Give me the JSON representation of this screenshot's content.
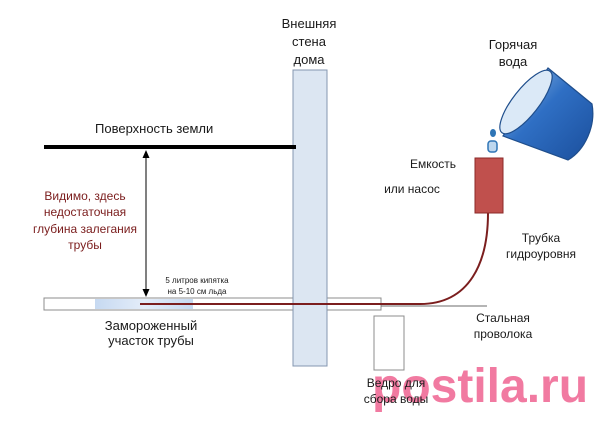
{
  "labels": {
    "wall": [
      "Внешняя",
      "стена",
      "дома"
    ],
    "hot_water": [
      "Горячая",
      "вода"
    ],
    "ground_surface": "Поверхность земли",
    "container": "Емкость",
    "or_pump": "или насос",
    "insufficient_depth": [
      "Видимо, здесь",
      "недостаточная",
      "глубина залегания",
      "трубы"
    ],
    "level_tube": [
      "Трубка",
      "гидроуровня"
    ],
    "boiling_water_note": [
      "5 литров кипятка",
      "на 5-10 см льда"
    ],
    "steel_wire": [
      "Стальная",
      "проволока"
    ],
    "frozen_section": [
      "Замороженный",
      "участок трубы"
    ],
    "collection_bucket": [
      "Ведро для",
      "сбора воды"
    ]
  },
  "watermark": "postila.ru",
  "colors": {
    "wall_fill": "#dce6f2",
    "wall_stroke": "#8497b0",
    "annotation_text": "#7a1c1c",
    "level_tube": "#7b1e1e",
    "container_fill": "#c0504d",
    "container_stroke": "#8b2a28",
    "water_blue": "#2e75b6",
    "watermark": "#ee5a8a"
  }
}
